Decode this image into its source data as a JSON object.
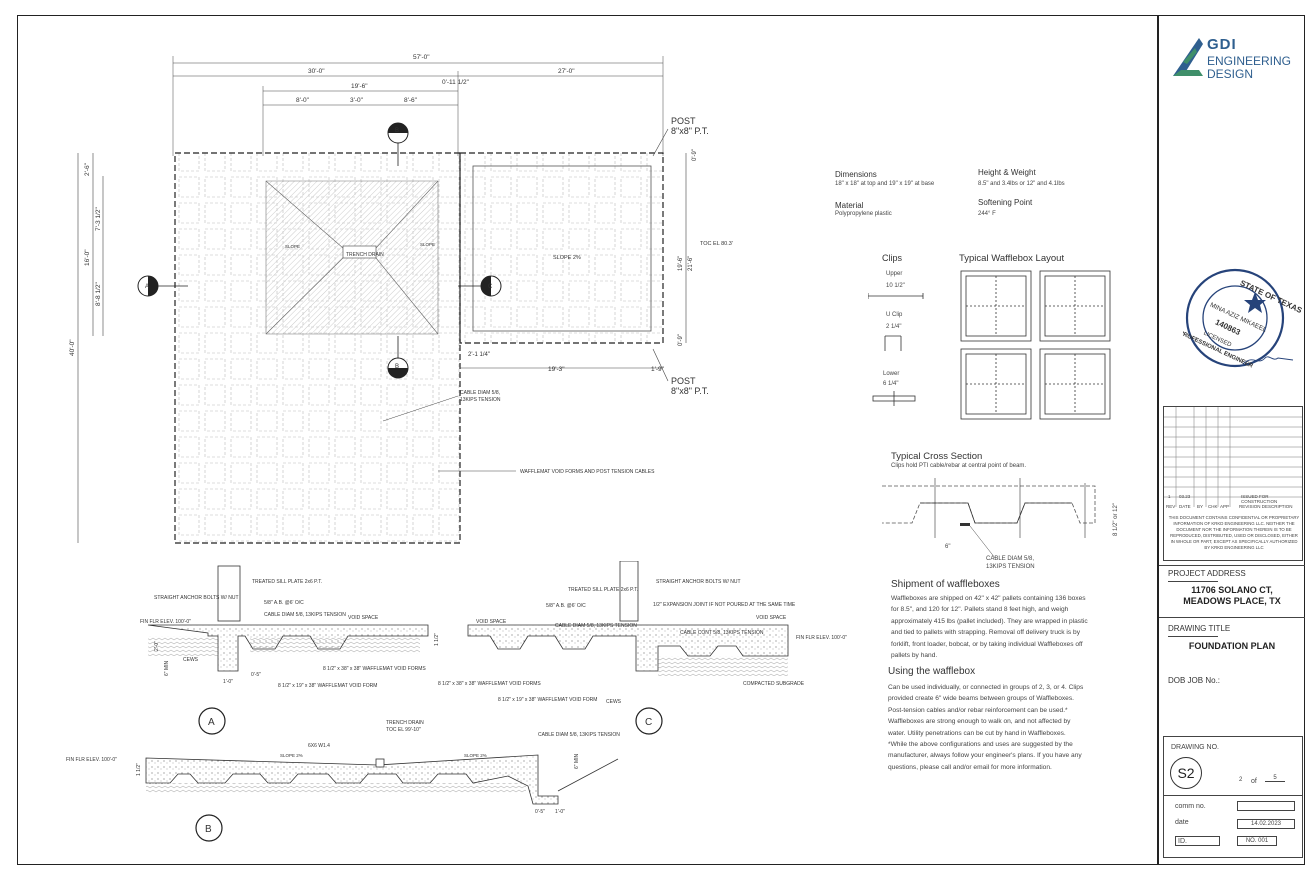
{
  "plan": {
    "dims": {
      "overall": "57'-0\"",
      "left": "30'-0\"",
      "right": "27'-0\"",
      "offset": "0'-11 1/2\"",
      "span": "19'-6\"",
      "seg1": "8'-0\"",
      "seg2": "3'-0\"",
      "seg3": "8'-6\"",
      "height_total": "40'-0\"",
      "v1": "2'-6\"",
      "v2": "16'-0\"",
      "v3": "7'-3 1/2\"",
      "v4": "8'-8 1/2\"",
      "r1": "0'-9\"",
      "r2": "19'-6\"",
      "r3": "21'-6\"",
      "r4": "0'-9\"",
      "bottom_span": "19'-3\"",
      "bottom_small": "1'-9\"",
      "bottom_off": "2'-1 1/4\""
    },
    "post_label": "POST",
    "post_size": "8\"x8\" P.T.",
    "toc_label": "TOC EL 80.3'",
    "trench_label": "TRENCH DRAIN",
    "slope_label": "SLOPE",
    "slope_2": "SLOPE 2%",
    "cable_note_1": "CABLE DIAM 5/8,",
    "cable_note_2": "13KIPS TENSION",
    "waffle_note": "WAFFLEMAT VOID FORMS AND POST TENSION CABLES",
    "sections": {
      "a": "A",
      "b": "B",
      "c": "C"
    }
  },
  "details": {
    "straight_anchor": "STRAIGHT ANCHOR BOLTS W/ NUT",
    "treated_sill": "TREATED SILL PLATE 2x6 P.T.",
    "ab": "5/8\" A.B. @6' O/C",
    "cable_diam": "CABLE DIAM 5/8, 13KIPS TENSION",
    "void_fill": "VOID SPACE",
    "fin_flr": "FIN FLR ELEV. 100'-0\"",
    "fin_flr_b": "FIN FLR ELEV. 100'-0\"",
    "waffle_form_1": "8 1/2\" x 38\" x 38\" WAFFLEMAT VOID FORMS",
    "waffle_form_2": "8 1/2\" x 19\" x 38\" WAFFLEMAT VOID FORM",
    "compacted": "COMPACTED SUBGRADE",
    "expansion": "1/2\" EXPANSION JOINT IF NOT POURED AT THE SAME TIME",
    "cable_cont": "CABLE CONT 5/8, 13KIPS TENSION",
    "trench_drain": "TRENCH DRAIN",
    "toc": "TOC EL 99'-10\"",
    "mesh": "6X6 W1.4",
    "slope2": "SLOPE 2%",
    "dim_10": "1'-0\"",
    "dim_05": "0'-5\"",
    "dim_6min": "6\" MIN",
    "dim_2": "2'-0\"",
    "dim_112": "1 1/2\"",
    "cws": "CEWS"
  },
  "specs": {
    "dimensions_h": "Dimensions",
    "dimensions_v": "18\" x 18\" at top and 19\" x 19\" at base",
    "material_h": "Material",
    "material_v": "Polypropylene plastic",
    "height_h": "Height & Weight",
    "height_v": "8.5\" and 3.4lbs or 12\" and 4.1lbs",
    "soft_h": "Softening Point",
    "soft_v": "244° F"
  },
  "clips": {
    "title": "Clips",
    "upper": "Upper",
    "upper_dim": "10 1/2\"",
    "uclip": "U Clip",
    "uclip_dim": "2 1/4\"",
    "lower": "Lower",
    "lower_dim": "6 1/4\""
  },
  "layout_title": "Typical Wafflebox Layout",
  "cross": {
    "title": "Typical Cross Section",
    "subtitle": "Clips hold PTI cable/rebar at central point of beam.",
    "dim_6": "6\"",
    "dim_h": "8 1/2\" or 12\"",
    "cable1": "CABLE DIAM 5/8,",
    "cable2": "13KIPS TENSION"
  },
  "shipment": {
    "title": "Shipment of waffleboxes",
    "lines": [
      "Waffleboxes are shipped on 42\" x 42\" pallets containing 136 boxes",
      "for 8.5\", and 120 for 12\". Pallets stand 8 feet high, and weigh",
      "approximately 415 lbs (pallet included). They are wrapped in plastic",
      "and tied to pallets with strapping. Removal off delivery truck is by",
      "forklift, front loader, bobcat, or by taking individual Waffleboxes off",
      "pallets by hand."
    ]
  },
  "using": {
    "title": "Using the wafflebox",
    "lines": [
      "Can be used individually, or connected in groups of 2, 3, or 4. Clips",
      "provided create 6\" wide beams between groups of Waffleboxes.",
      "Post-tension cables and/or rebar reinforcement can be used.*",
      "Waffleboxes are strong enough to walk on, and not affected by",
      "water. Utility penetrations can be cut by hand in Waffleboxes.",
      "*While the above configurations and uses are suggested by the",
      "manufacturer, always follow your engineer's plans. If you have any",
      "questions, please call and/or email for more information."
    ]
  },
  "titleblock": {
    "logo_1": "GDI",
    "logo_2": "ENGINEERING",
    "logo_3": "DESIGN",
    "seal_state": "STATE OF TEXAS",
    "seal_name": "MINA AZIZ MIKAEEL",
    "seal_num": "140863",
    "seal_lic": "LICENSED",
    "seal_prof": "PROFESSIONAL ENGINEER",
    "rev_headers": [
      "REV",
      "DATE",
      "BY",
      "CHK",
      "APP",
      "REVISION DESCRIPTION"
    ],
    "rev_row": [
      "1",
      "03.23",
      "",
      "",
      "",
      "ISSUED FOR CONSTRUCTION"
    ],
    "disclaimer": "THIS DOCUMENT CONTAINS CONFIDENTIAL OR PROPRIETARY INFORMATION OF KRKD ENGINEERING LLC. NEITHER THE DOCUMENT NOR THE INFORMATION THEREIN IS TO BE REPRODUCED, DISTRIBUTED, USED OR DISCLOSED, EITHER IN WHOLE OR PART, EXCEPT AS SPECIFICALLY AUTHORIZED BY KRKD ENGINEERING LLC",
    "project_address_label": "PROJECT ADDRESS",
    "address_1": "11706 SOLANO CT,",
    "address_2": "MEADOWS PLACE, TX",
    "drawing_title_label": "DRAWING TITLE",
    "drawing_title": "FOUNDATION PLAN",
    "dob_label": "DOB JOB No.:",
    "drawing_no_label": "DRAWING NO.",
    "drawing_no": "S2",
    "page": "2",
    "of": "of",
    "total": "5",
    "comm_label": "comm  no.",
    "date_label": "date",
    "date_value": "14.02.2023",
    "id_label": "ID.",
    "id_value": "NO. 001"
  },
  "colors": {
    "logo_green": "#3f8f6a",
    "logo_blue": "#2f5f8f",
    "seal_blue": "#26437a"
  }
}
